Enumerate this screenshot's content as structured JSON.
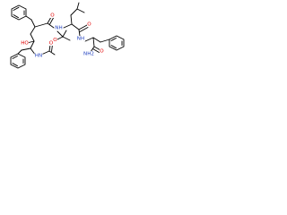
{
  "colors": {
    "background": "#ffffff",
    "bond": "#000000",
    "oxygen": "#e00000",
    "nitrogen": "#1f3fbf",
    "carbon_label": "#000000"
  },
  "atom_labels": {
    "ho": "HO",
    "o_carbamate_carbonyl": "O",
    "o_carbamate_ether": "O",
    "o_amide_1": "O",
    "o_amide_2": "O",
    "o_amide_3": "O",
    "nh_carbamate": "HN",
    "nh_amide_1": "NH",
    "nh_amide_2": "NH",
    "nh2": "NH2"
  }
}
